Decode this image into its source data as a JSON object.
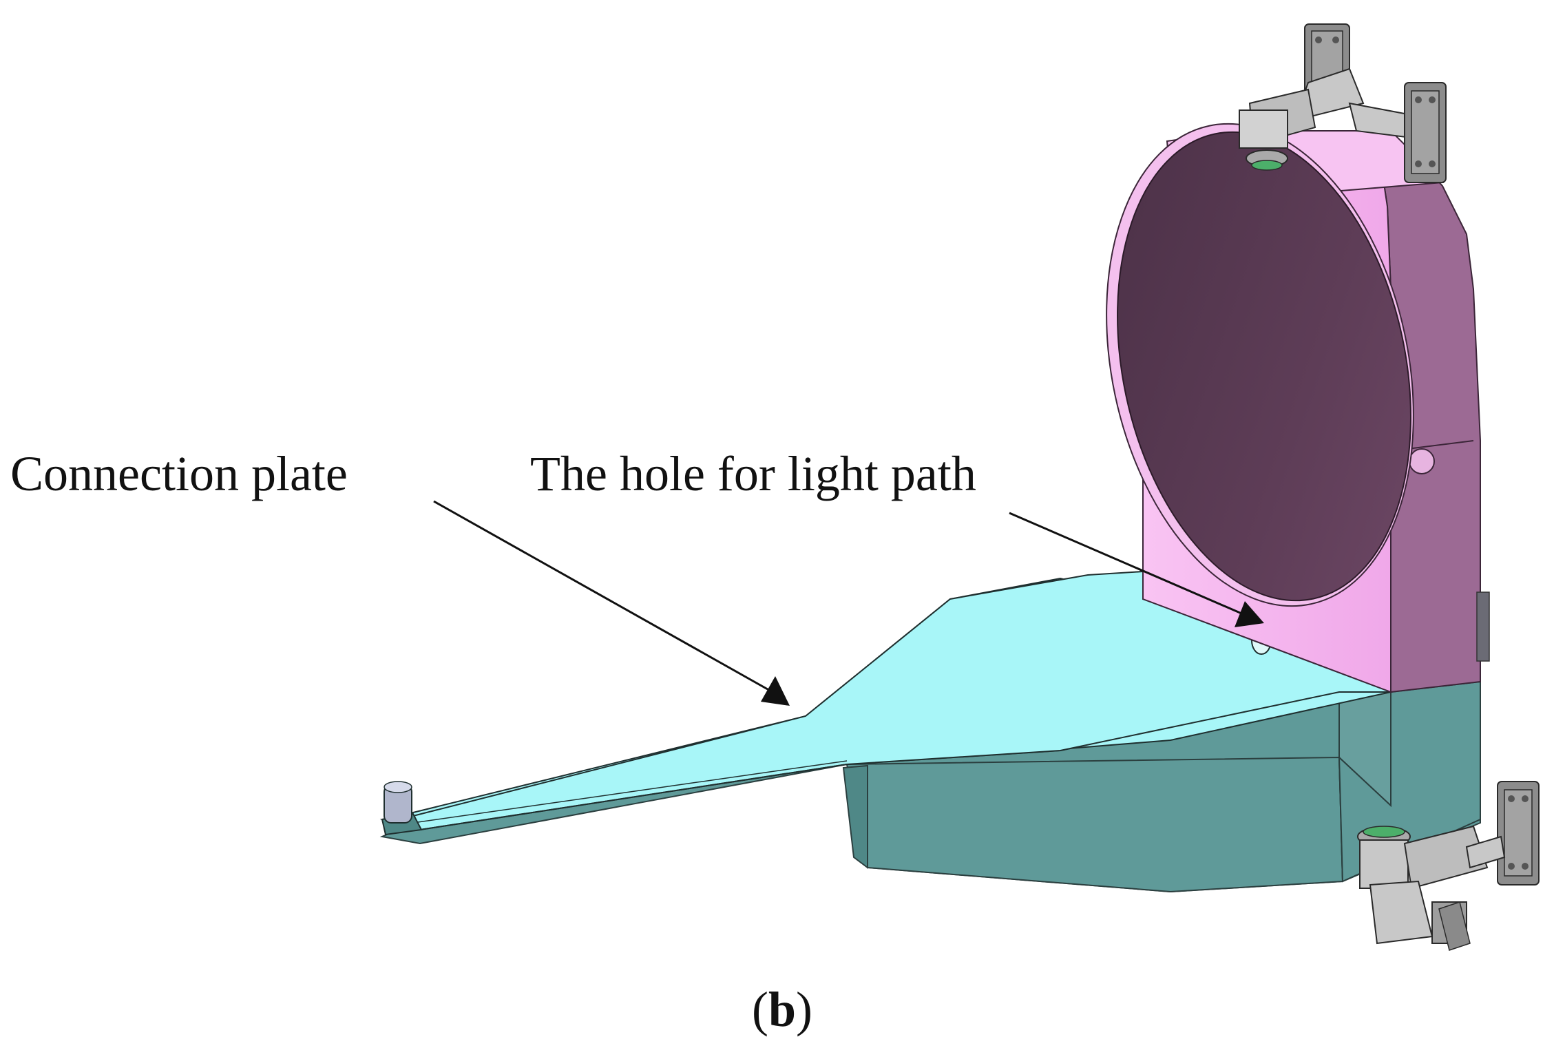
{
  "labels": {
    "connection_plate": "Connection plate",
    "light_path_hole": "The hole for light path"
  },
  "caption": {
    "open": "(",
    "letter": "b",
    "close": ")"
  },
  "colors": {
    "plate_top": "#a8f6f8",
    "plate_side": "#5f9a99",
    "plate_side_light": "#6ba9a7",
    "housing_face": "#f4b5ee",
    "housing_side": "#9c6a94",
    "mirror": "#4a3046",
    "mirror_light": "#6e4866",
    "hardware": "#c8c8c8",
    "hardware_dark": "#7a7a7a",
    "arrow": "#111111"
  },
  "icons": {
    "top_mount": "bracket-mount-icon",
    "bottom_mount": "bracket-mount-icon"
  }
}
